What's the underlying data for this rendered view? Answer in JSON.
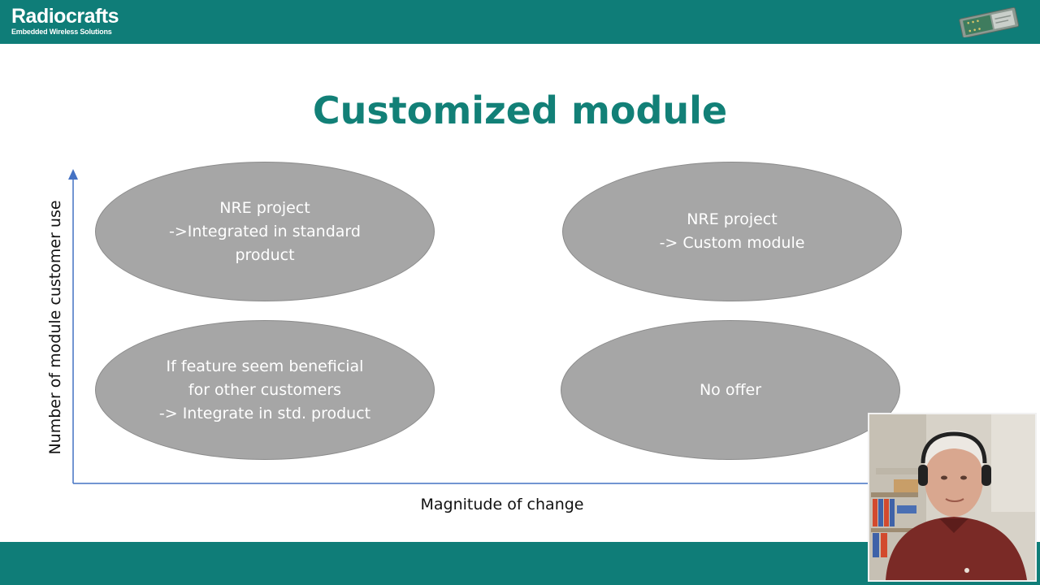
{
  "header": {
    "logo_name": "Radiocrafts",
    "logo_tagline": "Embedded Wireless Solutions"
  },
  "slide": {
    "title": "Customized module",
    "y_axis_label": "Number of module customer use",
    "x_axis_label": "Magnitude of change",
    "quadrants": [
      {
        "position": "top-left",
        "lines": [
          "NRE project",
          "->Integrated in standard",
          "product"
        ]
      },
      {
        "position": "top-right",
        "lines": [
          "NRE project",
          "-> Custom module"
        ]
      },
      {
        "position": "bottom-left",
        "lines": [
          "If feature seem beneficial",
          "for other customers",
          "-> Integrate in std. product"
        ]
      },
      {
        "position": "bottom-right",
        "lines": [
          "No offer"
        ]
      }
    ]
  },
  "colors": {
    "brand_teal": "#0f7d78",
    "title_teal": "#128077",
    "axis_blue": "#4472c4",
    "ellipse_gray": "#a6a6a6",
    "ellipse_text": "#ffffff"
  },
  "icons": {
    "logo": "radiocrafts-logo",
    "module": "rf-module-chip-icon",
    "axis_arrow": "arrow-up-icon",
    "webcam": "presenter-webcam-video"
  }
}
